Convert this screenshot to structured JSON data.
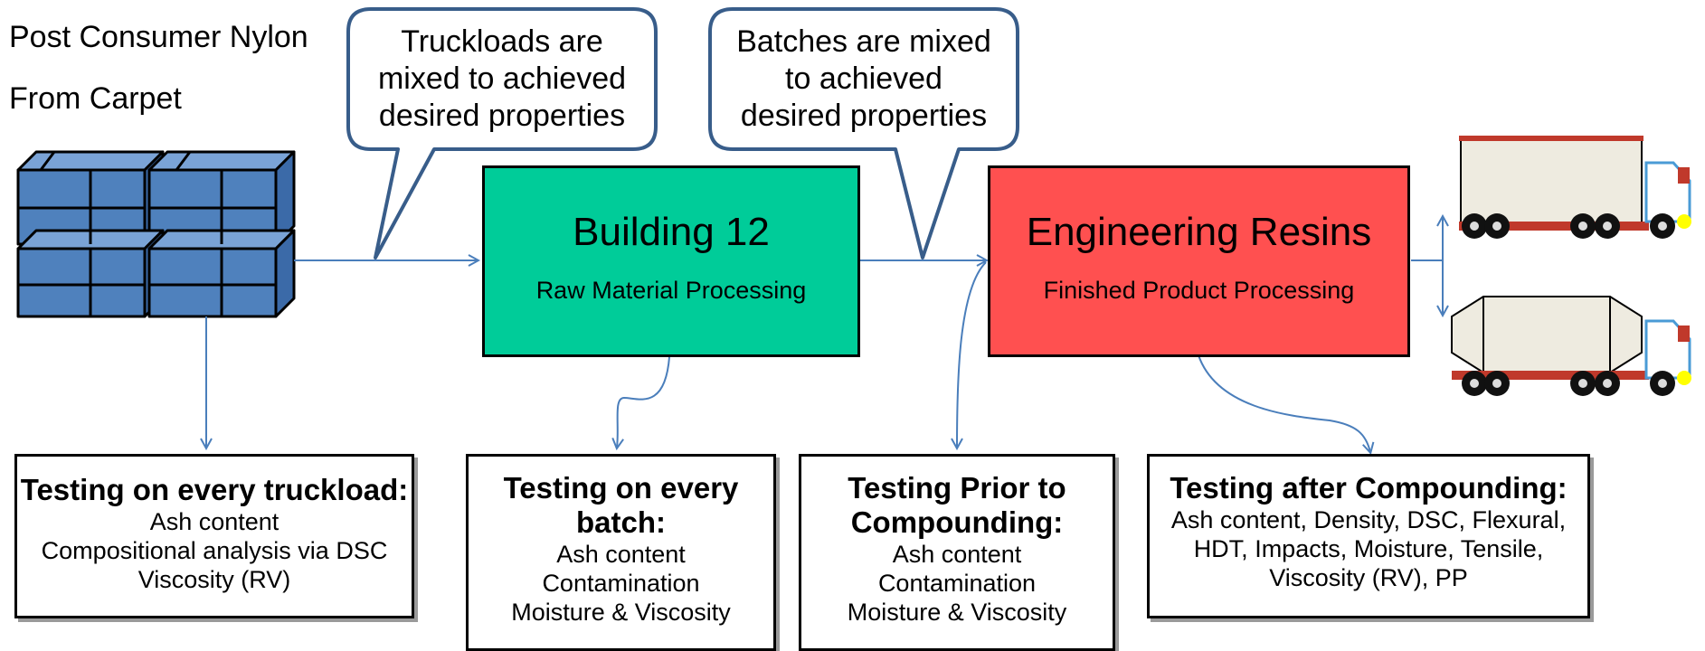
{
  "source": {
    "line1": "Post Consumer Nylon",
    "line2": "From Carpet"
  },
  "callouts": [
    {
      "lines": [
        "Truckloads are",
        "mixed to achieved",
        "desired properties"
      ]
    },
    {
      "lines": [
        "Batches are mixed",
        "to achieved",
        "desired properties"
      ]
    }
  ],
  "processes": [
    {
      "title": "Building 12",
      "subtitle": "Raw Material Processing",
      "color": "#00cc99"
    },
    {
      "title": "Engineering Resins",
      "subtitle": "Finished Product Processing",
      "color": "#ff5050"
    }
  ],
  "tests": [
    {
      "heading": [
        "Testing on every truckload:"
      ],
      "items": [
        "Ash content",
        "Compositional analysis via DSC",
        "Viscosity (RV)"
      ]
    },
    {
      "heading": [
        "Testing on every",
        "batch:"
      ],
      "items": [
        "Ash content",
        "Contamination",
        "Moisture & Viscosity"
      ]
    },
    {
      "heading": [
        "Testing Prior to",
        "Compounding:"
      ],
      "items": [
        "Ash content",
        "Contamination",
        "Moisture & Viscosity"
      ]
    },
    {
      "heading": [
        "Testing after Compounding:"
      ],
      "items": [
        "Ash content, Density, DSC, Flexural,",
        "HDT, Impacts, Moisture, Tensile,",
        "Viscosity (RV), PP"
      ]
    }
  ],
  "colors": {
    "bales": "#4f81bd",
    "arrows": "#4a7ebb",
    "callout_border": "#385d8a",
    "truck_cab": "#c0392b"
  }
}
